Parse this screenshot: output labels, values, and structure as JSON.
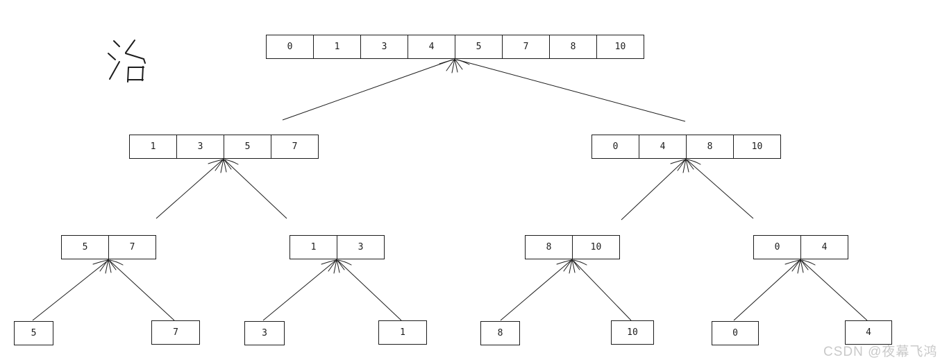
{
  "page": {
    "phase_label": "治",
    "background": "#ffffff",
    "line_color": "#1c1c1c"
  },
  "watermark": {
    "text": "CSDN @夜幕飞鸿",
    "color": "#c9c9c9"
  },
  "tree": {
    "root": {
      "cells": [
        "0",
        "1",
        "3",
        "4",
        "5",
        "7",
        "8",
        "10"
      ]
    },
    "level2": [
      {
        "cells": [
          "1",
          "3",
          "5",
          "7"
        ]
      },
      {
        "cells": [
          "0",
          "4",
          "8",
          "10"
        ]
      }
    ],
    "level3": [
      {
        "cells": [
          "5",
          "7"
        ]
      },
      {
        "cells": [
          "1",
          "3"
        ]
      },
      {
        "cells": [
          "8",
          "10"
        ]
      },
      {
        "cells": [
          "0",
          "4"
        ]
      }
    ],
    "level4": [
      {
        "cells": [
          "5"
        ]
      },
      {
        "cells": [
          "7"
        ]
      },
      {
        "cells": [
          "3"
        ]
      },
      {
        "cells": [
          "1"
        ]
      },
      {
        "cells": [
          "8"
        ]
      },
      {
        "cells": [
          "10"
        ]
      },
      {
        "cells": [
          "0"
        ]
      },
      {
        "cells": [
          "4"
        ]
      }
    ]
  }
}
